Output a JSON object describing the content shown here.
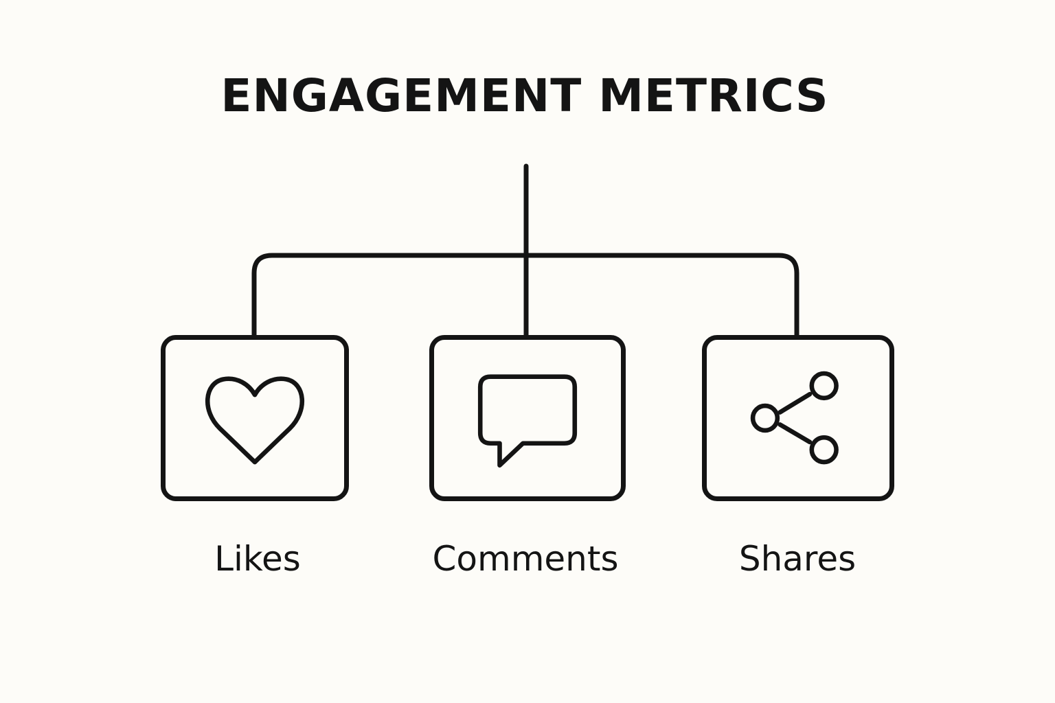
{
  "diagram": {
    "title": "ENGAGEMENT METRICS",
    "nodes": [
      {
        "label": "Likes",
        "icon": "heart-icon"
      },
      {
        "label": "Comments",
        "icon": "speech-bubble-icon"
      },
      {
        "label": "Shares",
        "icon": "share-icon"
      }
    ],
    "colors": {
      "ink": "#141414",
      "background": "#fdfcf8"
    }
  }
}
